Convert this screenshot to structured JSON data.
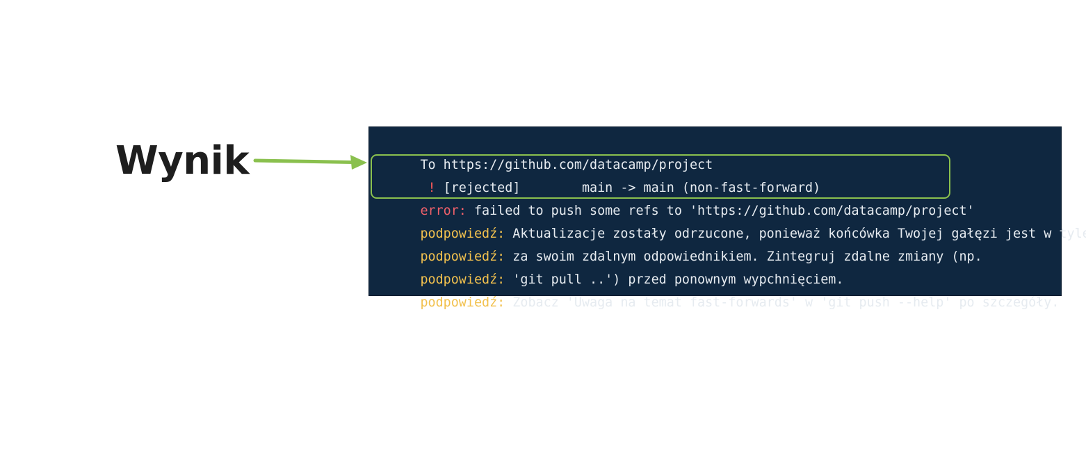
{
  "annotation": {
    "label": "Wynik",
    "accent_color": "#8ac04e"
  },
  "terminal": {
    "background": "#0f2740",
    "lines": [
      {
        "text": "To https://github.com/datacamp/project"
      },
      {
        "prefix": " !",
        "text": " [rejected]        main -> main (non-fast-forward)"
      },
      {
        "prefix": "error:",
        "text": " failed to push some refs to 'https://github.com/datacamp/project'"
      },
      {
        "prefix": "podpowiedź:",
        "text": " Aktualizacje zostały odrzucone, ponieważ końcówka Twojej gałęzi jest w tyle"
      },
      {
        "prefix": "podpowiedź:",
        "text": " za swoim zdalnym odpowiednikiem. Zintegruj zdalne zmiany (np."
      },
      {
        "prefix": "podpowiedź:",
        "text": " 'git pull ..') przed ponownym wypchnięciem."
      },
      {
        "prefix": "podpowiedź:",
        "text": " Zobacz 'Uwaga na temat fast-forwards' w 'git push --help' po szczegóły."
      }
    ]
  }
}
